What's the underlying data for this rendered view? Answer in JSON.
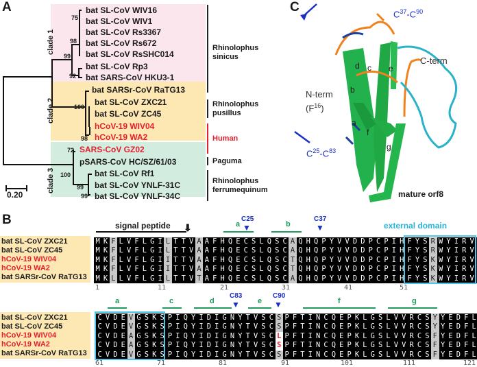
{
  "figure": {
    "panel_a": {
      "letter": "A",
      "scale_bar": "0.20",
      "clades": [
        "clade 1",
        "clade 2",
        "clade 3"
      ],
      "taxa": [
        {
          "name": "bat SL-CoV WIV16",
          "color": "black"
        },
        {
          "name": "bat SL-CoV WIV1",
          "color": "black"
        },
        {
          "name": "bat SL-CoV Rs3367",
          "color": "black"
        },
        {
          "name": "bat SL-CoV Rs672",
          "color": "black"
        },
        {
          "name": "bat SL-CoV RsSHC014",
          "color": "black"
        },
        {
          "name": "bat SL-CoV Rp3",
          "color": "black"
        },
        {
          "name": "bat SARS-CoV HKU3-1",
          "color": "black"
        },
        {
          "name": "bat SARSr-CoV RaTG13",
          "color": "black"
        },
        {
          "name": "bat SL-CoV ZXC21",
          "color": "black"
        },
        {
          "name": "bat SL-CoV ZC45",
          "color": "black"
        },
        {
          "name": "hCoV-19 WIV04",
          "color": "red"
        },
        {
          "name": "hCoV-19 WA2",
          "color": "red"
        },
        {
          "name": "SARS-CoV GZ02",
          "color": "red"
        },
        {
          "name": "pSARS-CoV HC/SZ/61/03",
          "color": "black"
        },
        {
          "name": "bat SL-CoV Rf1",
          "color": "black"
        },
        {
          "name": "bat SL-CoV YNLF-31C",
          "color": "black"
        },
        {
          "name": "bat SL-CoV YNLF-34C",
          "color": "black"
        }
      ],
      "bootstraps": [
        "75",
        "98",
        "99",
        "92",
        "100",
        "98",
        "72",
        "100",
        "99",
        "99"
      ],
      "hosts": [
        {
          "line1": "Rhinolophus",
          "line2": "sinicus"
        },
        {
          "line1": "Rhinolophus",
          "line2": "pusillus"
        },
        {
          "line1": "Human",
          "line2": ""
        },
        {
          "line1": "Paguma",
          "line2": ""
        },
        {
          "line1": "Rhinolophus",
          "line2": "ferrumequinum"
        }
      ]
    },
    "panel_b": {
      "letter": "B",
      "labels": [
        "bat SL-CoV ZXC21",
        "bat SL-CoV ZC45",
        "hCoV-19 WIV04",
        "hCoV-19 WA2",
        "bat SARSr-CoV RaTG13"
      ],
      "signal_peptide": "signal peptide",
      "external_domain": "external domain",
      "block1": {
        "features": [
          "a",
          "b"
        ],
        "cys": [
          "C25",
          "C37"
        ],
        "ticks": [
          "1",
          "11",
          "21",
          "31",
          "41",
          "51"
        ],
        "sequences": [
          "MKFLVFLGILTTVAAFHQECSLQSCAQHQPYVVDDPCPIHFYSRWYIRVGARKSAPLIEL",
          "MKFLVFLGILTTVAAFHQECSLQSCAQHQPYVVDDPCPIHFYSRWYIRVGARKSAPLIEL",
          "MKFLVFLGIITTVAAFHQECSLQSCTQHQPYVVDDPCPIHFYSKWYIRVGARKSAPLIEL",
          "MKFLVFLGIITTVAAFHQECSLQSCTQHQPYVVDDPCPIHFYSKWYIRVGARKSAPLIEL",
          "MKLLVFLGILTTVTAFHQECSLQSCAQHQPYVVDDPCPIHFYSKWYIRVGARKSAPLIEL"
        ]
      },
      "block2": {
        "features": [
          "a",
          "c",
          "d",
          "e",
          "f",
          "g"
        ],
        "cys": [
          "C83",
          "C90"
        ],
        "ticks": [
          "61",
          "71",
          "81",
          "91",
          "101",
          "111",
          "121"
        ],
        "sequences": [
          "CVDEVGSKSPIQYIDIGNYTVSCSPFTINCQEPKLGSLVVRCSYYEDFLEYHDIRVVLDFI",
          "CVDEVGSKSPIQYIDIGNYTVSCSPFTINCQEPKLGSLVVRCSYYEDFLEYHDIRVVLDFI",
          "CVDEAGSKSPIQYIDIGNYTVSCLPFTINCQEPKLGSLVVRCSFYEDFLEYHDVRVVLDFI",
          "CVDEAGSKSPIQYIDIGNYTVSCSPFTINCQEPKLGSLVVRCSFYEDFLEYHDVRVVLDFI",
          "CVDEVGSKSPIQYIDIGNYTVSCSPFTINCQEPKLGSLVVRCSFYEDFLEYHDVRVVLDFI"
        ]
      }
    },
    "panel_c": {
      "letter": "C",
      "disulfide_top": {
        "base1": "C",
        "sup1": "37",
        "base2": "-C",
        "sup2": "90"
      },
      "disulfide_bottom": {
        "base1": "C",
        "sup1": "25",
        "base2": "-C",
        "sup2": "83"
      },
      "n_term": "N-term",
      "n_term_res": {
        "base": "(F",
        "sup": "16",
        "end": ")"
      },
      "c_term": "C-term",
      "strands": [
        "a",
        "b",
        "c",
        "d",
        "e",
        "f",
        "g"
      ],
      "caption": "mature orf8"
    }
  }
}
